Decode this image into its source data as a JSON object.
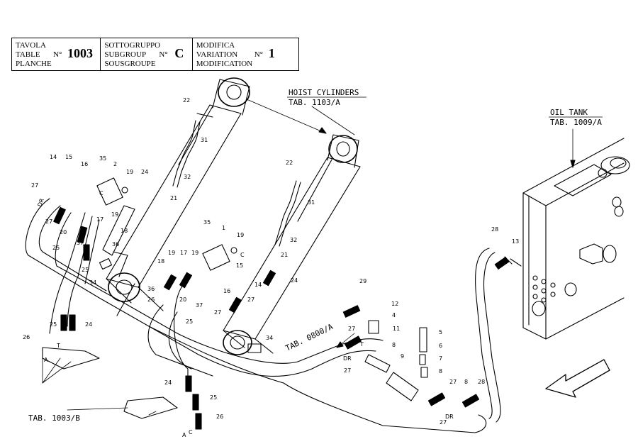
{
  "header": {
    "table_lines": [
      "TAVOLA",
      "TABLE",
      "PLANCHE"
    ],
    "table_no_sign": "N°",
    "table_value": "1003",
    "subgroup_lines": [
      "SOTTOGRUPPO",
      "SUBGROUP",
      "SOUSGROUPE"
    ],
    "subgroup_no_sign": "N°",
    "subgroup_value": "C",
    "variation_lines": [
      "MODIFICA",
      "VARIATION",
      "MODIFICATION"
    ],
    "variation_no_sign": "N°",
    "variation_value": "1"
  },
  "references": {
    "hoist_title": "HOIST CYLINDERS",
    "hoist_tab": "TAB. 1103/A",
    "oil_title": "OIL TANK",
    "oil_tab": "TAB. 1009/A",
    "tab_0800": "TAB. 0800/A",
    "tab_1003b": "TAB. 1003/B"
  },
  "part_labels": [
    {
      "id": "p22a",
      "text": "22"
    },
    {
      "id": "p31a",
      "text": "31"
    },
    {
      "id": "p32a",
      "text": "32"
    },
    {
      "id": "p21a",
      "text": "21"
    },
    {
      "id": "p24a",
      "text": "24"
    },
    {
      "id": "p19a",
      "text": "19"
    },
    {
      "id": "p2",
      "text": "2"
    },
    {
      "id": "p35a",
      "text": "35"
    },
    {
      "id": "p16a",
      "text": "16"
    },
    {
      "id": "p15a",
      "text": "15"
    },
    {
      "id": "p14a",
      "text": "14"
    },
    {
      "id": "p27a",
      "text": "27"
    },
    {
      "id": "p27b",
      "text": "27"
    },
    {
      "id": "p20a",
      "text": "20"
    },
    {
      "id": "p17a",
      "text": "17"
    },
    {
      "id": "p19b",
      "text": "19"
    },
    {
      "id": "p18a",
      "text": "18"
    },
    {
      "id": "p37a",
      "text": "37"
    },
    {
      "id": "p36a",
      "text": "36"
    },
    {
      "id": "p25a",
      "text": "25"
    },
    {
      "id": "p25b",
      "text": "25"
    },
    {
      "id": "p34a",
      "text": "34"
    },
    {
      "id": "p25c",
      "text": "25"
    },
    {
      "id": "p24b",
      "text": "24"
    },
    {
      "id": "p26a",
      "text": "26"
    },
    {
      "id": "pT1",
      "text": "T"
    },
    {
      "id": "pA1",
      "text": "A"
    },
    {
      "id": "pC1",
      "text": "C"
    },
    {
      "id": "pDR1",
      "text": "DR"
    },
    {
      "id": "p22b",
      "text": "22"
    },
    {
      "id": "p31b",
      "text": "31"
    },
    {
      "id": "p32b",
      "text": "32"
    },
    {
      "id": "p21b",
      "text": "21"
    },
    {
      "id": "p35b",
      "text": "35"
    },
    {
      "id": "p1",
      "text": "1"
    },
    {
      "id": "p19c",
      "text": "19"
    },
    {
      "id": "pC2",
      "text": "C"
    },
    {
      "id": "p19d",
      "text": "19"
    },
    {
      "id": "p17b",
      "text": "17"
    },
    {
      "id": "p19e",
      "text": "19"
    },
    {
      "id": "p18b",
      "text": "18"
    },
    {
      "id": "p15b",
      "text": "15"
    },
    {
      "id": "p16b",
      "text": "16"
    },
    {
      "id": "p14b",
      "text": "14"
    },
    {
      "id": "p36b",
      "text": "36"
    },
    {
      "id": "p26b",
      "text": "26"
    },
    {
      "id": "p20b",
      "text": "20"
    },
    {
      "id": "p37b",
      "text": "37"
    },
    {
      "id": "p27c",
      "text": "27"
    },
    {
      "id": "p27d",
      "text": "27"
    },
    {
      "id": "p25d",
      "text": "25"
    },
    {
      "id": "p24c",
      "text": "24"
    },
    {
      "id": "p34b",
      "text": "34"
    },
    {
      "id": "p24d",
      "text": "24"
    },
    {
      "id": "p25e",
      "text": "25"
    },
    {
      "id": "p26c",
      "text": "26"
    },
    {
      "id": "pA2",
      "text": "A"
    },
    {
      "id": "pC3",
      "text": "C"
    },
    {
      "id": "p29",
      "text": "29"
    },
    {
      "id": "p12",
      "text": "12"
    },
    {
      "id": "p4",
      "text": "4"
    },
    {
      "id": "p11",
      "text": "11"
    },
    {
      "id": "p8a",
      "text": "8"
    },
    {
      "id": "p9",
      "text": "9"
    },
    {
      "id": "p27e",
      "text": "27"
    },
    {
      "id": "p27f",
      "text": "27"
    },
    {
      "id": "pT2",
      "text": "T"
    },
    {
      "id": "pDR2",
      "text": "DR"
    },
    {
      "id": "p5",
      "text": "5"
    },
    {
      "id": "p6",
      "text": "6"
    },
    {
      "id": "p7",
      "text": "7"
    },
    {
      "id": "p8b",
      "text": "8"
    },
    {
      "id": "p27g",
      "text": "27"
    },
    {
      "id": "p8c",
      "text": "8"
    },
    {
      "id": "p28a",
      "text": "28"
    },
    {
      "id": "pDR3",
      "text": "DR"
    },
    {
      "id": "p27h",
      "text": "27"
    },
    {
      "id": "p28b",
      "text": "28"
    },
    {
      "id": "p13",
      "text": "13"
    }
  ]
}
